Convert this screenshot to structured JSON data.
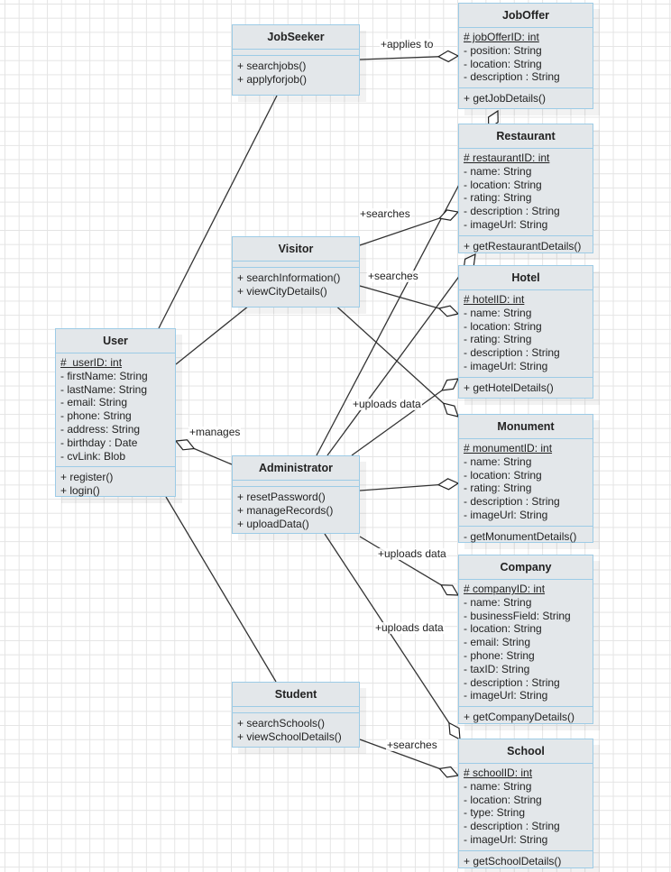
{
  "diagram": {
    "type": "UML class diagram",
    "classes": {
      "jobseeker": {
        "name": "JobSeeker",
        "attributes": [],
        "operations": [
          "+ searchjobs()",
          "+ applyforjob()"
        ]
      },
      "joboffer": {
        "name": "JobOffer",
        "key": "# jobOfferID: int",
        "attributes": [
          "- position: String",
          "- location: String",
          "- description : String"
        ],
        "operations": [
          "+ getJobDetails()"
        ]
      },
      "restaurant": {
        "name": "Restaurant",
        "key": "# restaurantID: int",
        "attributes": [
          "- name: String",
          "- location: String",
          "- rating: String",
          "- description : String",
          "- imageUrl: String"
        ],
        "operations": [
          "+ getRestaurantDetails()"
        ]
      },
      "visitor": {
        "name": "Visitor",
        "attributes": [],
        "operations": [
          "+ searchInformation()",
          "+ viewCityDetails()"
        ]
      },
      "hotel": {
        "name": "Hotel",
        "key": "# hotelID: int",
        "attributes": [
          "- name: String",
          "- location: String",
          "- rating: String",
          "- description : String",
          "- imageUrl: String"
        ],
        "operations": [
          "+ getHotelDetails()"
        ]
      },
      "user": {
        "name": "User",
        "key": "#  userID: int",
        "attributes": [
          "- firstName: String",
          "- lastName: String",
          "- email: String",
          "- phone: String",
          "- address: String",
          "- birthday : Date",
          "- cvLink: Blob"
        ],
        "operations": [
          "+ register()",
          "+ login()"
        ]
      },
      "monument": {
        "name": "Monument",
        "key": "# monumentID: int",
        "attributes": [
          "- name: String",
          "- location: String",
          "- rating: String",
          "- description : String",
          "- imageUrl: String"
        ],
        "operations": [
          "- getMonumentDetails()"
        ]
      },
      "administrator": {
        "name": "Administrator",
        "attributes": [],
        "operations": [
          "+ resetPassword()",
          "+ manageRecords()",
          "+ uploadData()"
        ]
      },
      "company": {
        "name": "Company",
        "key": "# companyID: int",
        "attributes": [
          "- name: String",
          "- businessField: String",
          "- location: String",
          "- email: String",
          "- phone: String",
          "- taxID: String",
          "- description : String",
          "- imageUrl: String"
        ],
        "operations": [
          "+ getCompanyDetails()"
        ]
      },
      "student": {
        "name": "Student",
        "attributes": [],
        "operations": [
          "+ searchSchools()",
          "+ viewSchoolDetails()"
        ]
      },
      "school": {
        "name": "School",
        "key": "# schoolID: int",
        "attributes": [
          "- name: String",
          "- location: String",
          "- type: String",
          "- description : String",
          "- imageUrl: String"
        ],
        "operations": [
          "+ getSchoolDetails()"
        ]
      }
    },
    "labels": {
      "applies_to": "+applies to",
      "visitor_restaurant": "+searches",
      "visitor_hotel": "+searches",
      "manages": "+manages",
      "uploads_hotel": "+uploads data",
      "uploads_company": "+uploads data",
      "uploads_school": "+uploads data",
      "student_school": "+searches"
    },
    "relationships": [
      {
        "from": "JobSeeker",
        "to": "JobOffer",
        "kind": "aggregation",
        "label": "+applies to"
      },
      {
        "from": "Visitor",
        "to": "Restaurant",
        "kind": "aggregation",
        "label": "+searches"
      },
      {
        "from": "Visitor",
        "to": "Hotel",
        "kind": "aggregation",
        "label": "+searches"
      },
      {
        "from": "Visitor",
        "to": "Monument",
        "kind": "aggregation",
        "label": ""
      },
      {
        "from": "Administrator",
        "to": "User",
        "kind": "aggregation",
        "label": "+manages"
      },
      {
        "from": "Administrator",
        "to": "JobOffer",
        "kind": "aggregation",
        "label": ""
      },
      {
        "from": "Administrator",
        "to": "Restaurant",
        "kind": "aggregation",
        "label": ""
      },
      {
        "from": "Administrator",
        "to": "Hotel",
        "kind": "aggregation",
        "label": "+uploads data"
      },
      {
        "from": "Administrator",
        "to": "Monument",
        "kind": "aggregation",
        "label": ""
      },
      {
        "from": "Administrator",
        "to": "Company",
        "kind": "aggregation",
        "label": "+uploads data"
      },
      {
        "from": "Administrator",
        "to": "School",
        "kind": "aggregation",
        "label": "+uploads data"
      },
      {
        "from": "Student",
        "to": "School",
        "kind": "aggregation",
        "label": "+searches"
      },
      {
        "from": "User",
        "to": "JobSeeker",
        "kind": "association",
        "label": ""
      },
      {
        "from": "User",
        "to": "Visitor",
        "kind": "association",
        "label": ""
      },
      {
        "from": "User",
        "to": "Student",
        "kind": "association",
        "label": ""
      }
    ],
    "colors": {
      "class_fill": "#e3e7ea",
      "class_border": "#9ccbe6",
      "line": "#333333",
      "grid": "#e4e4e4"
    }
  }
}
